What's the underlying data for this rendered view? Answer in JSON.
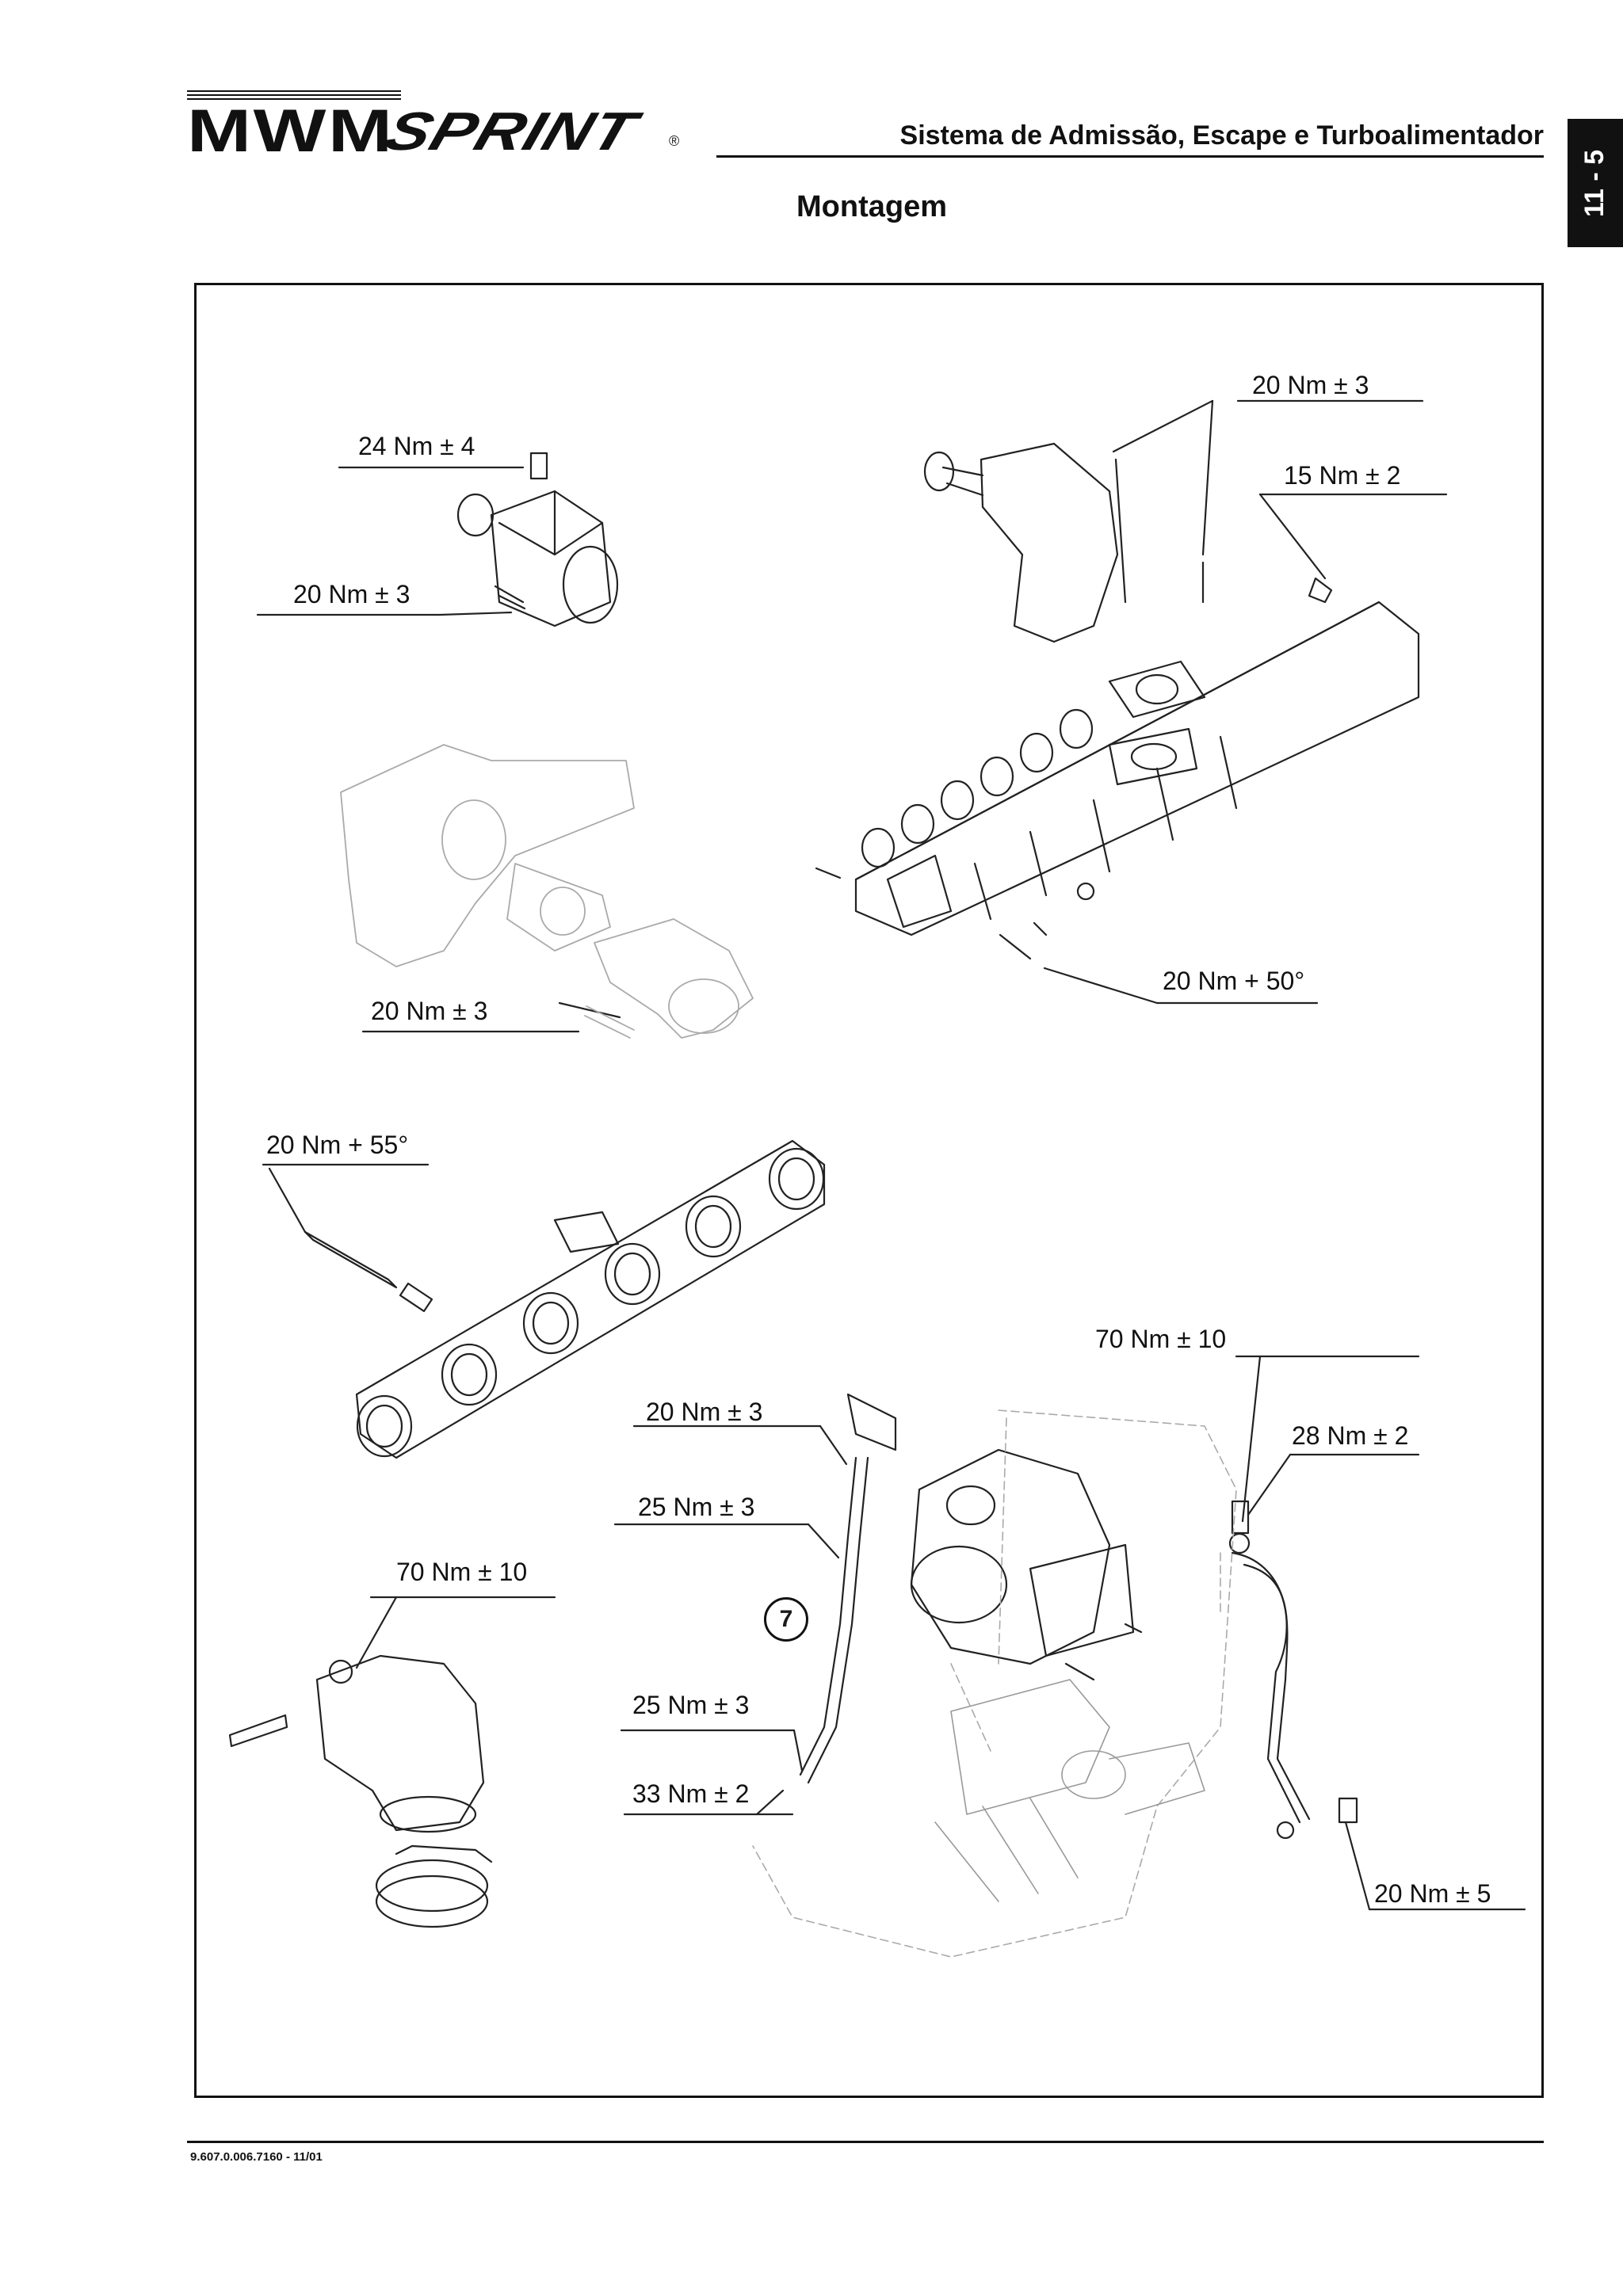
{
  "header": {
    "logo": {
      "brand": "MWM",
      "product": "SPRINT",
      "registered": "®"
    },
    "section_title": "Sistema de Admissão, Escape  e Turboalimentador",
    "page_tab": "11 - 5"
  },
  "page_title": "Montagem",
  "torques": {
    "t1": "24 Nm ± 4",
    "t2": "20 Nm ± 3",
    "t3": "20 Nm ± 3",
    "t4": "15 Nm ± 2",
    "t5": "20 Nm + 50°",
    "t6": "20 Nm ± 3",
    "t7": "20 Nm + 55°",
    "t8": "70 Nm ± 10",
    "t9": "20 Nm ± 3",
    "t10": "28 Nm ± 2",
    "t11": "25 Nm ± 3",
    "t12": "70 Nm ± 10",
    "t13": "25 Nm ± 3",
    "t14": "33 Nm ± 2",
    "t15": "20 Nm ± 5"
  },
  "callout": "7",
  "footer": {
    "doc_code": "9.607.0.006.7160  -  11/01"
  }
}
